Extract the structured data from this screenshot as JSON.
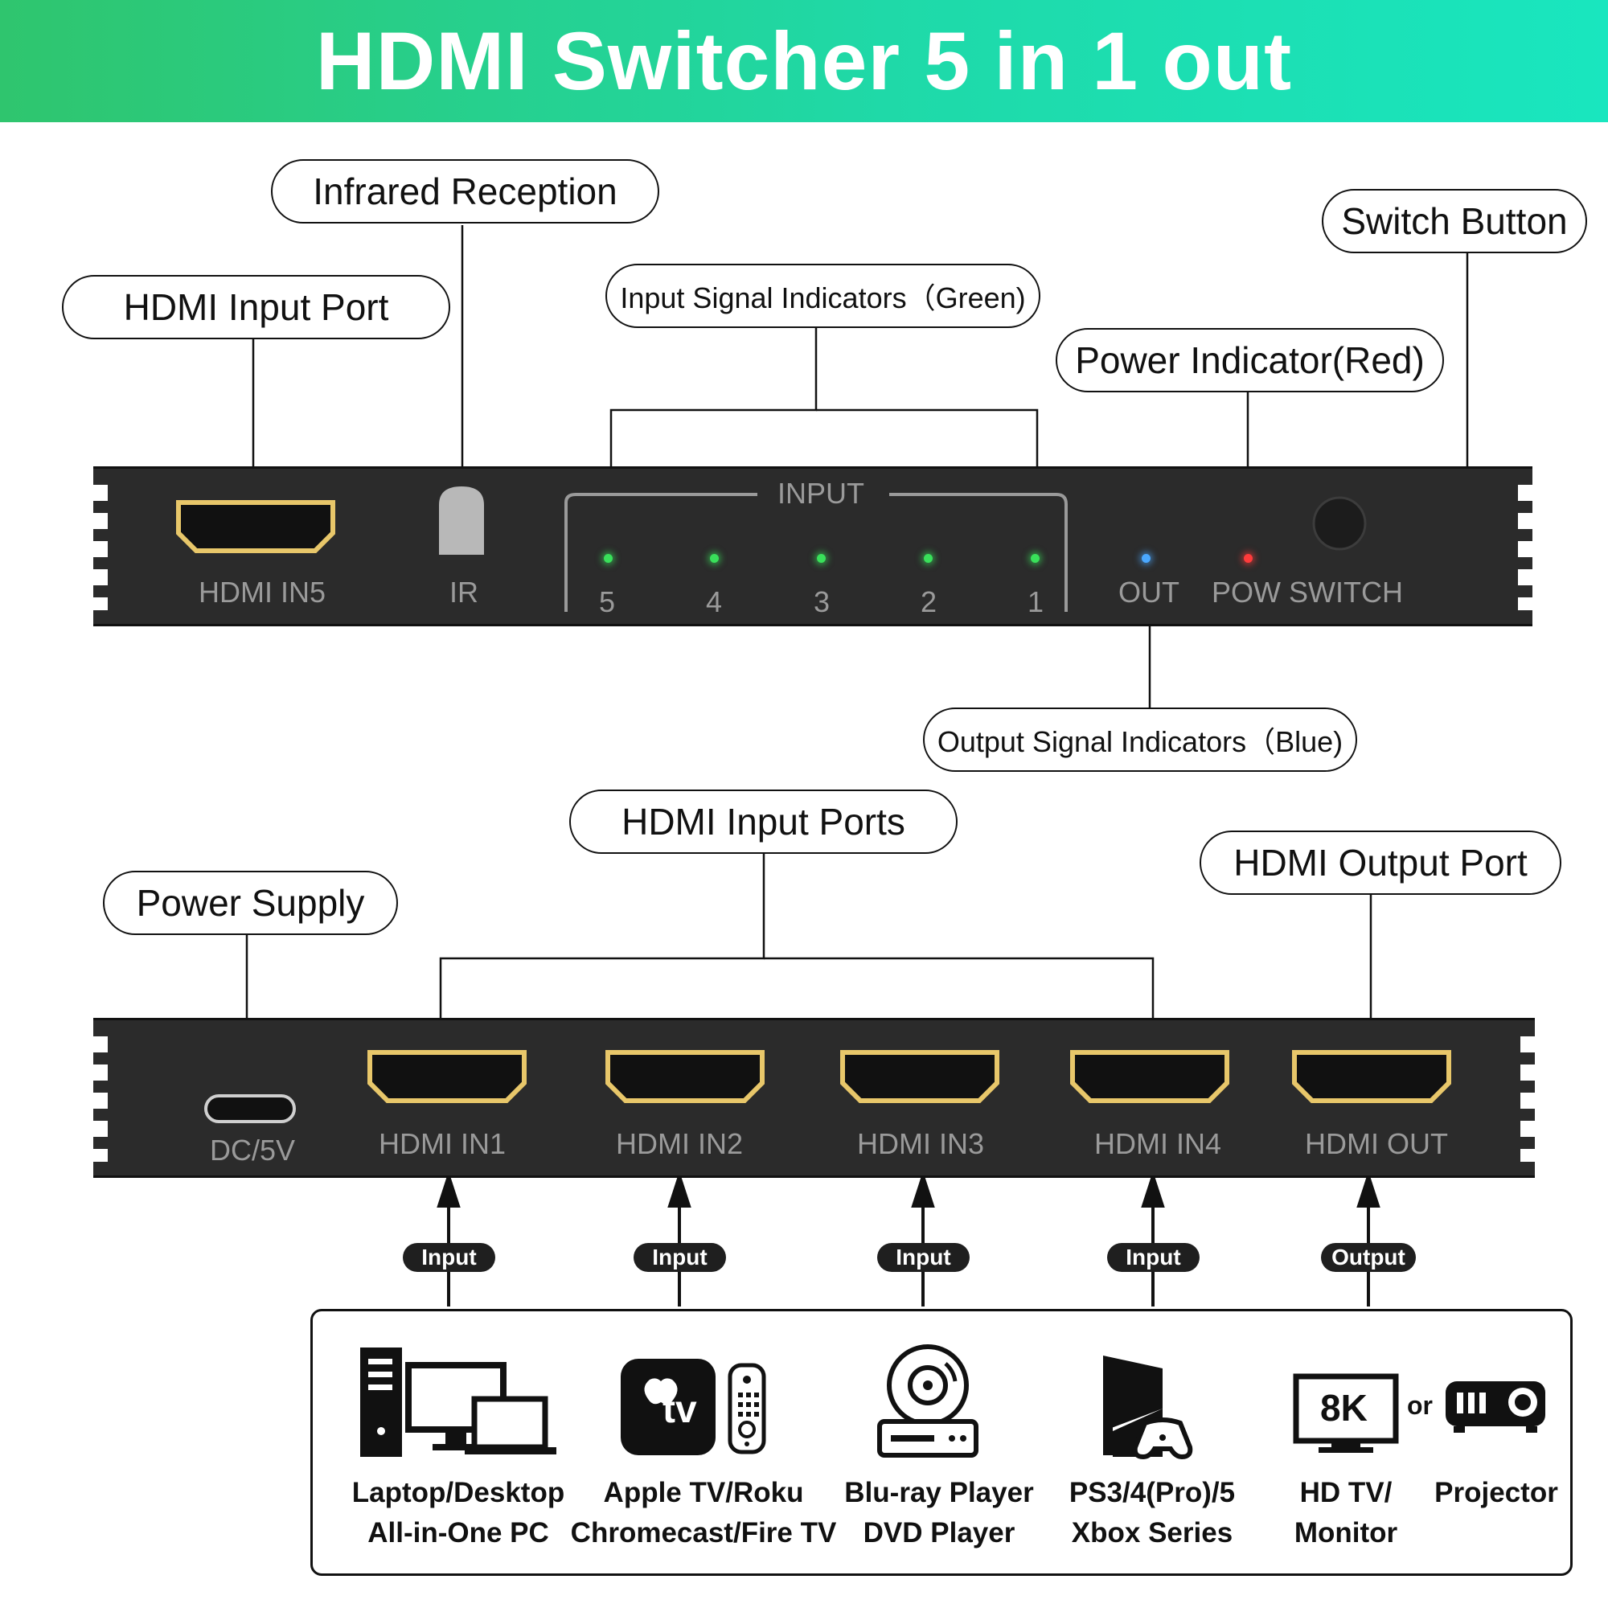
{
  "title": "HDMI Switcher 5 in 1 out",
  "front_callouts": {
    "infrared": "Infrared Reception",
    "hdmi_input_port": "HDMI Input Port",
    "input_indicators": "Input Signal Indicators（Green)",
    "switch_button": "Switch Button",
    "power_indicator": "Power Indicator(Red)",
    "output_indicators": "Output Signal Indicators（Blue)"
  },
  "front_panel": {
    "hdmi_in5": "HDMI IN5",
    "ir": "IR",
    "input_header": "INPUT",
    "input_numbers": [
      "5",
      "4",
      "3",
      "2",
      "1"
    ],
    "out": "OUT",
    "pow": "POW",
    "switch": "SWITCH"
  },
  "rear_callouts": {
    "power_supply": "Power Supply",
    "hdmi_input_ports": "HDMI Input Ports",
    "hdmi_output_port": "HDMI Output Port"
  },
  "rear_panel": {
    "dc": "DC/5V",
    "ports": [
      "HDMI IN1",
      "HDMI IN2",
      "HDMI IN3",
      "HDMI IN4",
      "HDMI OUT"
    ]
  },
  "flow_tags": [
    "Input",
    "Input",
    "Input",
    "Input",
    "Output"
  ],
  "devices": {
    "pc": [
      "Laptop/Desktop",
      "All-in-One PC"
    ],
    "streamer": [
      "Apple TV/Roku",
      "Chromecast/Fire TV"
    ],
    "player": [
      "Blu-ray Player",
      "DVD Player"
    ],
    "console": [
      "PS3/4(Pro)/5",
      "Xbox Series"
    ],
    "tv": [
      "HD TV/",
      "Monitor"
    ],
    "projector": "Projector",
    "or_text": "or",
    "tv_badge": "8K",
    "appletv_text": "tv"
  },
  "colors": {
    "banner_start": "#2fc56e",
    "banner_end": "#19e6bf",
    "panel": "#2b2b2b",
    "port_gold": "#e8c76a",
    "led_green": "#39e05a",
    "led_blue": "#4aa8ff",
    "led_red": "#ff3b3b"
  }
}
